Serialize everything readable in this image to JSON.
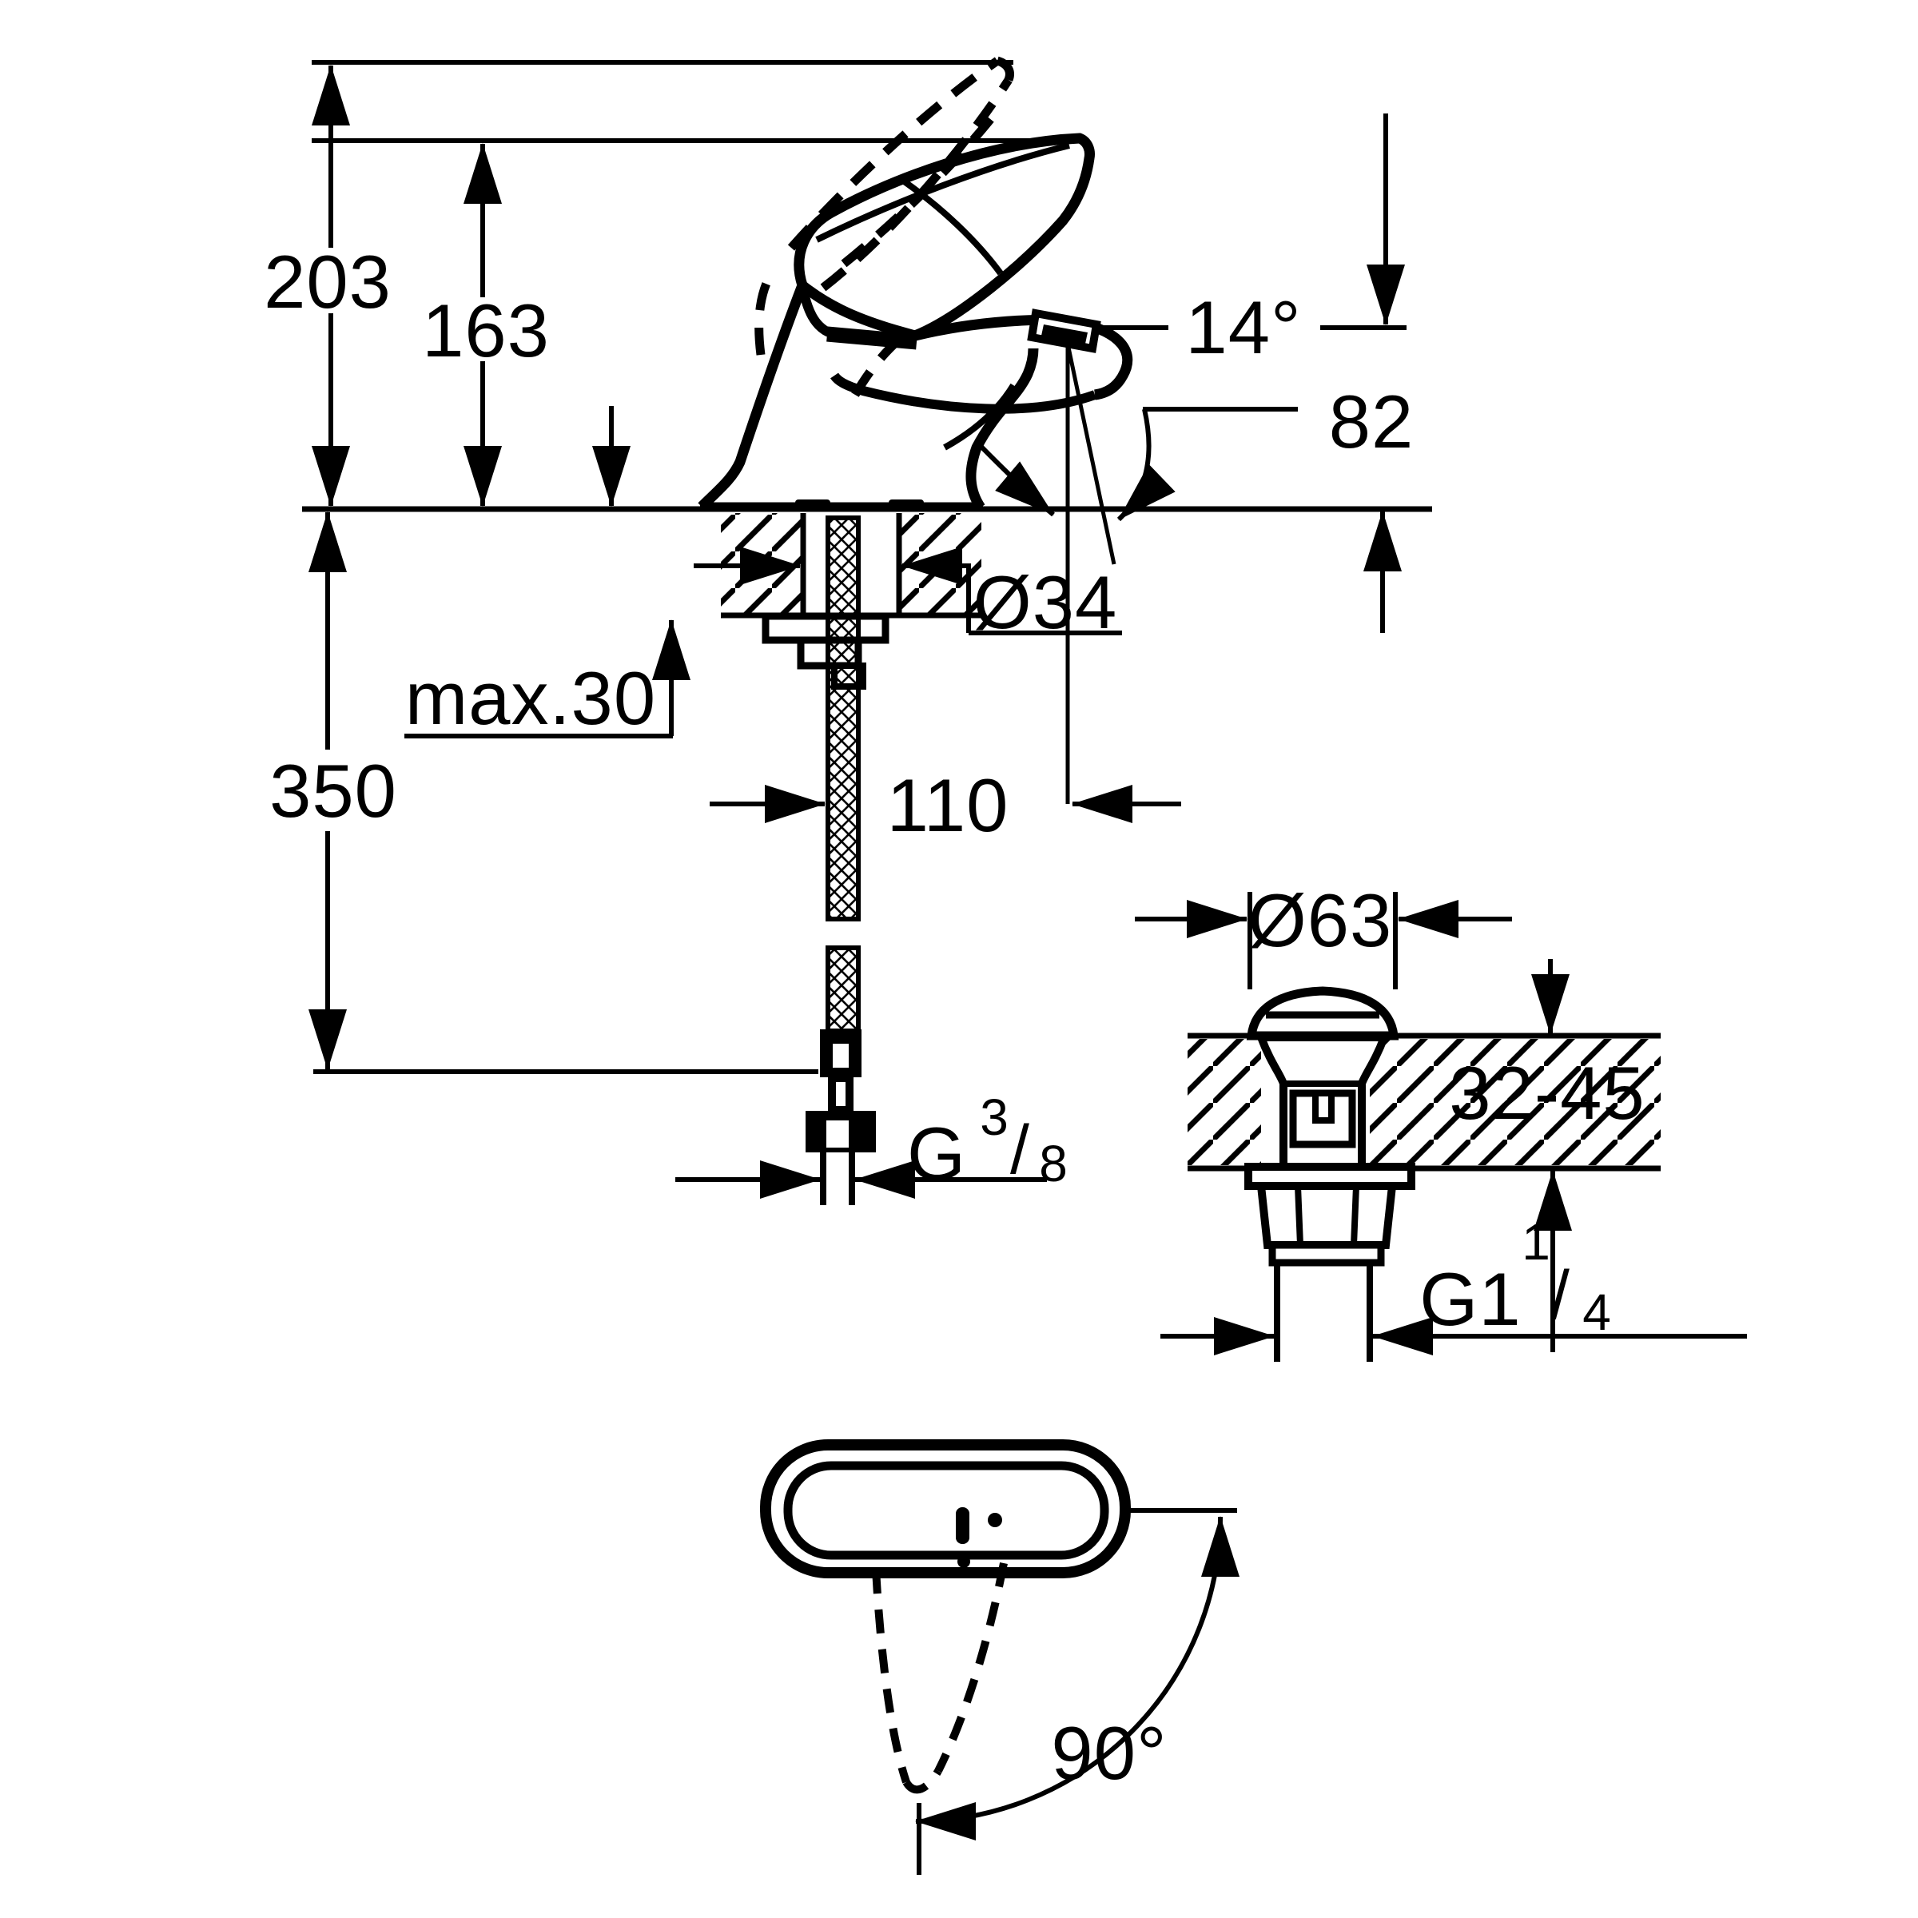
{
  "drawing": {
    "product": "Single-lever basin mixer with pop-up waste — installation dimension drawing",
    "units": "mm",
    "side_view": {
      "overall_height": "203",
      "height_to_lever_top": "163",
      "aerator_angle": "14°",
      "spout_outlet_height": "82",
      "mounting_hole_diameter": "Ø34",
      "max_counter_thickness": "max.30",
      "supply_hose_length": "350",
      "spout_reach": "110",
      "supply_thread_prefix": "G",
      "supply_thread_numerator": "3",
      "supply_thread_slash": "/",
      "supply_thread_denominator": "8"
    },
    "popup_waste_view": {
      "flange_diameter": "Ø63",
      "counter_thickness_range": "32-45",
      "drain_thread_prefix": "G1",
      "drain_thread_numerator": "1",
      "drain_thread_slash": "/",
      "drain_thread_denominator": "4"
    },
    "top_view": {
      "lever_swivel_angle": "90°"
    }
  }
}
